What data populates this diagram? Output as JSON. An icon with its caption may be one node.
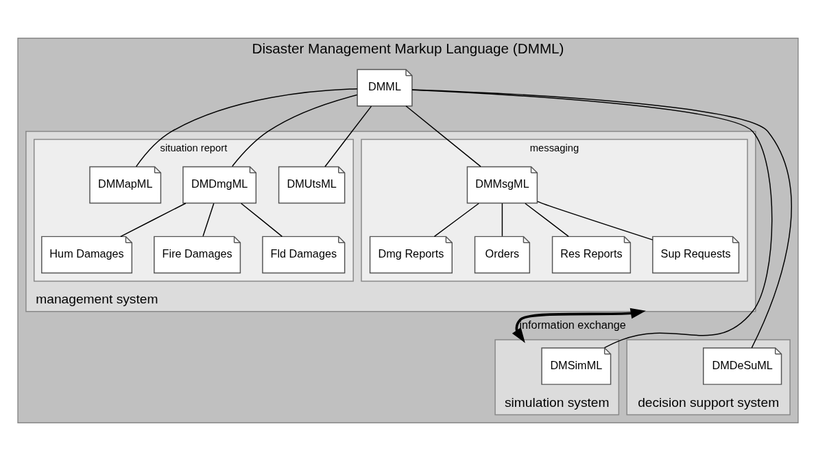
{
  "diagram": {
    "nodes": [
      {
        "text": [
          "Disaster Management Markup Language (DMML)"
        ]
      },
      {
        "text": [
          "DMML"
        ],
        "in": 0
      },
      {
        "text": [
          "management system"
        ],
        "in": 0
      },
      {
        "text": [
          "situation report"
        ],
        "in": 2
      },
      {
        "text": [
          "DMMapML"
        ],
        "in": 3
      },
      {
        "text": [
          "DMDmgML"
        ],
        "in": 3
      },
      {
        "text": [
          "DMUtsML"
        ],
        "in": 3
      },
      {
        "text": [
          "Hum Damages"
        ],
        "in": 3
      },
      {
        "text": [
          "Fire Damages"
        ],
        "in": 3
      },
      {
        "text": [
          "Fld Damages"
        ],
        "in": 3
      },
      {
        "text": [
          "messaging"
        ],
        "in": 2
      },
      {
        "text": [
          "DMMsgML"
        ],
        "in": 10
      },
      {
        "text": [
          "Dmg Reports"
        ],
        "in": 10
      },
      {
        "text": [
          "Orders"
        ],
        "in": 10
      },
      {
        "text": [
          "Res Reports"
        ],
        "in": 10
      },
      {
        "text": [
          "Sup Requests"
        ],
        "in": 10
      },
      {
        "text": [
          "simulation system"
        ],
        "in": 0
      },
      {
        "text": [
          "DMSimML"
        ],
        "in": 16
      },
      {
        "text": [
          "decision support system"
        ],
        "in": 0
      },
      {
        "text": [
          "DMDeSuML"
        ],
        "in": 18
      }
    ],
    "edges": [
      {
        "from": 1,
        "to": 4,
        "arrow": "none"
      },
      {
        "from": 1,
        "to": 5,
        "arrow": "none"
      },
      {
        "from": 1,
        "to": 6,
        "arrow": "none"
      },
      {
        "from": 1,
        "to": 11,
        "arrow": "none"
      },
      {
        "from": 5,
        "to": 7,
        "arrow": "none"
      },
      {
        "from": 5,
        "to": 8,
        "arrow": "none"
      },
      {
        "from": 5,
        "to": 9,
        "arrow": "none"
      },
      {
        "from": 11,
        "to": 12,
        "arrow": "none"
      },
      {
        "from": 11,
        "to": 13,
        "arrow": "none"
      },
      {
        "from": 11,
        "to": 14,
        "arrow": "none"
      },
      {
        "from": 11,
        "to": 15,
        "arrow": "none"
      },
      {
        "from": 1,
        "to": 17,
        "arrow": "none"
      },
      {
        "from": 1,
        "to": 19,
        "arrow": "none"
      },
      {
        "from": 2,
        "to": 16,
        "arrow": "both",
        "style": "thick",
        "label": "information exchange"
      }
    ]
  }
}
